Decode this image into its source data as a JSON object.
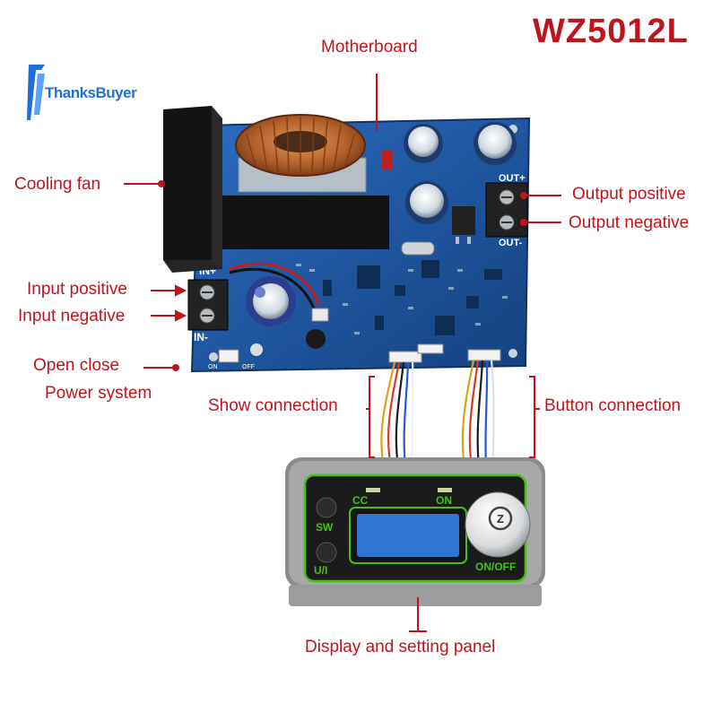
{
  "title": "WZ5012L",
  "logo": {
    "text": "ThanksBuyer"
  },
  "labels": {
    "motherboard": "Motherboard",
    "cooling_fan": "Cooling fan",
    "output_positive": "Output positive",
    "output_negative": "Output negative",
    "input_positive": "Input positive",
    "input_negative": "Input negative",
    "open_close": "Open close",
    "power_system": "Power system",
    "show_connection": "Show connection",
    "button_connection": "Button connection",
    "display_panel": "Display and setting panel"
  },
  "board_marks": {
    "in_plus": "IN+",
    "in_minus": "IN-",
    "out_plus": "OUT+",
    "out_minus": "OUT-",
    "on": "ON",
    "off": "OFF"
  },
  "panel": {
    "cc": "CC",
    "on": "ON",
    "sw": "SW",
    "ui": "U/I",
    "on_off": "ON/OFF",
    "knob": "Z"
  },
  "colors": {
    "accent_red": "#c0141c",
    "pcb_blue": "#1d57a8",
    "panel_green": "#43c20f",
    "screen_blue": "#2f74cf",
    "logo_blue": "#1e6fd8"
  }
}
